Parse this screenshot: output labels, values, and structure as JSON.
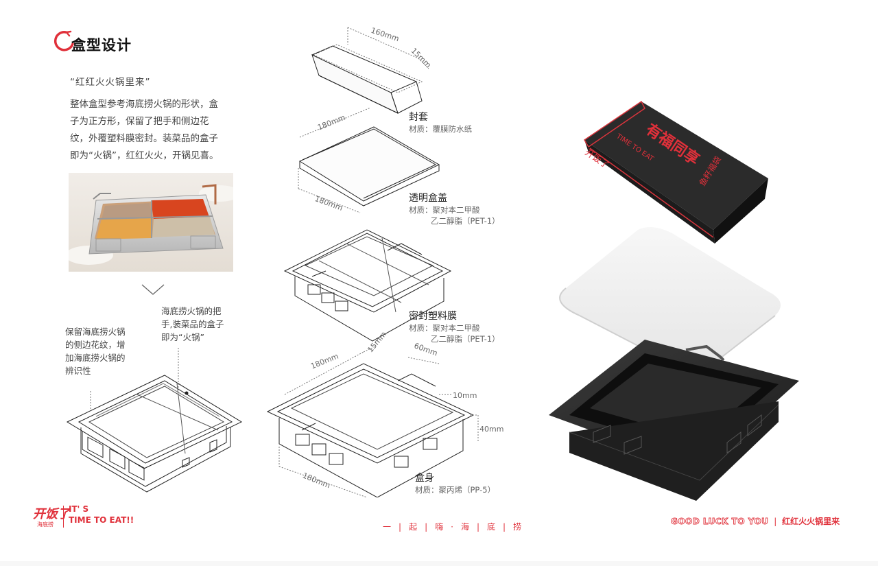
{
  "header": {
    "title": "盒型设计"
  },
  "intro": {
    "quote": "“红红火火锅里来”",
    "lines": [
      "整体盒型参考海底捞火锅的形状，盒",
      "子为正方形，保留了把手和侧边花",
      "纹，外覆塑料膜密封。装菜品的盒子",
      "即为“火锅”，红红火火，开锅见喜。"
    ]
  },
  "notes": {
    "handle": [
      "海底捞火锅的把",
      "手,装菜品的盒子",
      "即为“火锅”"
    ],
    "pattern": [
      "保留海底捞火锅",
      "的侧边花纹，增",
      "加海底捞火锅的",
      "辨识性"
    ]
  },
  "components": [
    {
      "name": "封套",
      "material": [
        "材质：覆膜防水纸"
      ]
    },
    {
      "name": "透明盒盖",
      "material": [
        "材质：聚对本二甲酸",
        "乙二醇脂（PET-1）"
      ]
    },
    {
      "name": "密封塑料膜",
      "material": [
        "材质：聚对本二甲酸",
        "乙二醇脂（PET-1）"
      ]
    },
    {
      "name": "盒身",
      "material": [
        "材质：聚丙烯（PP-5）"
      ]
    }
  ],
  "dimensions": {
    "sleeve_length": "160mm",
    "sleeve_depth": "15mm",
    "lid_width": "180mm",
    "lid_length": "180mm",
    "body_top": "180mm",
    "body_rim": "15mm",
    "handle_width": "60mm",
    "handle_height": "10mm",
    "body_height": "40mm",
    "body_front": "180mm"
  },
  "packaging": {
    "brand": "开饭了",
    "tagline": "TIME TO EAT",
    "slogan": "有福同享",
    "product": "鱼籽福袋"
  },
  "footer": {
    "logo": "开饭了",
    "logo_sub": "海底捞",
    "its": "IT' S",
    "time_to_eat": "TIME TO EAT!!",
    "middle": [
      "一",
      "起",
      "嗨",
      "·",
      "海",
      "底",
      "捞"
    ],
    "good_luck": "GOOD LUCK TO YOU",
    "right_slogan": "红红火火锅里来"
  },
  "colors": {
    "accent": "#e0303a",
    "dark": "#2a2a2a"
  }
}
